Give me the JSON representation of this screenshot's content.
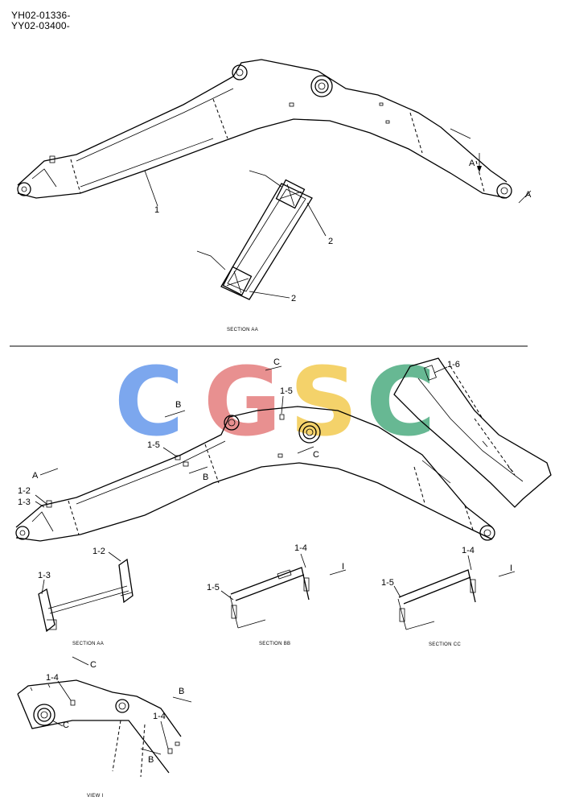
{
  "header": {
    "line1": "YH02-01336-",
    "line2": "YY02-03400-"
  },
  "top_diagram": {
    "callouts": {
      "part_1": "1",
      "part_2a": "2",
      "part_2b": "2",
      "section_arrow_a1": "A",
      "section_arrow_a2": "A"
    },
    "section_caption": "SECTION AA"
  },
  "bottom_diagram": {
    "callouts": {
      "c_arrow_top": "C",
      "c_arrow_mid": "C",
      "b_arrow_1": "B",
      "b_arrow_2": "B",
      "a_arrow": "A",
      "p1_2": "1-2",
      "p1_3": "1-3",
      "p1_5a": "1-5",
      "p1_5b": "1-5",
      "p1_6": "1-6"
    }
  },
  "sections": {
    "aa": {
      "caption": "SECTION AA",
      "p1_2": "1-2",
      "p1_3": "1-3"
    },
    "bb": {
      "caption": "SECTION BB",
      "p1_4": "1-4",
      "p1_5": "1-5",
      "view_arrow": "I"
    },
    "cc": {
      "caption": "SECTION CC",
      "p1_4": "1-4",
      "p1_5": "1-5",
      "view_arrow": "I"
    }
  },
  "view_i": {
    "caption": "VIEW I",
    "callouts": {
      "c_arrow_1": "C",
      "c_arrow_2": "C",
      "b_arrow_1": "B",
      "b_arrow_2": "B",
      "p1_4a": "1-4",
      "p1_4b": "1-4"
    }
  },
  "watermark": {
    "letters": [
      "C",
      "G",
      "S",
      "C"
    ],
    "colors": [
      "#4a86e8",
      "#e06666",
      "#f1c232",
      "#2e9e6a"
    ]
  }
}
